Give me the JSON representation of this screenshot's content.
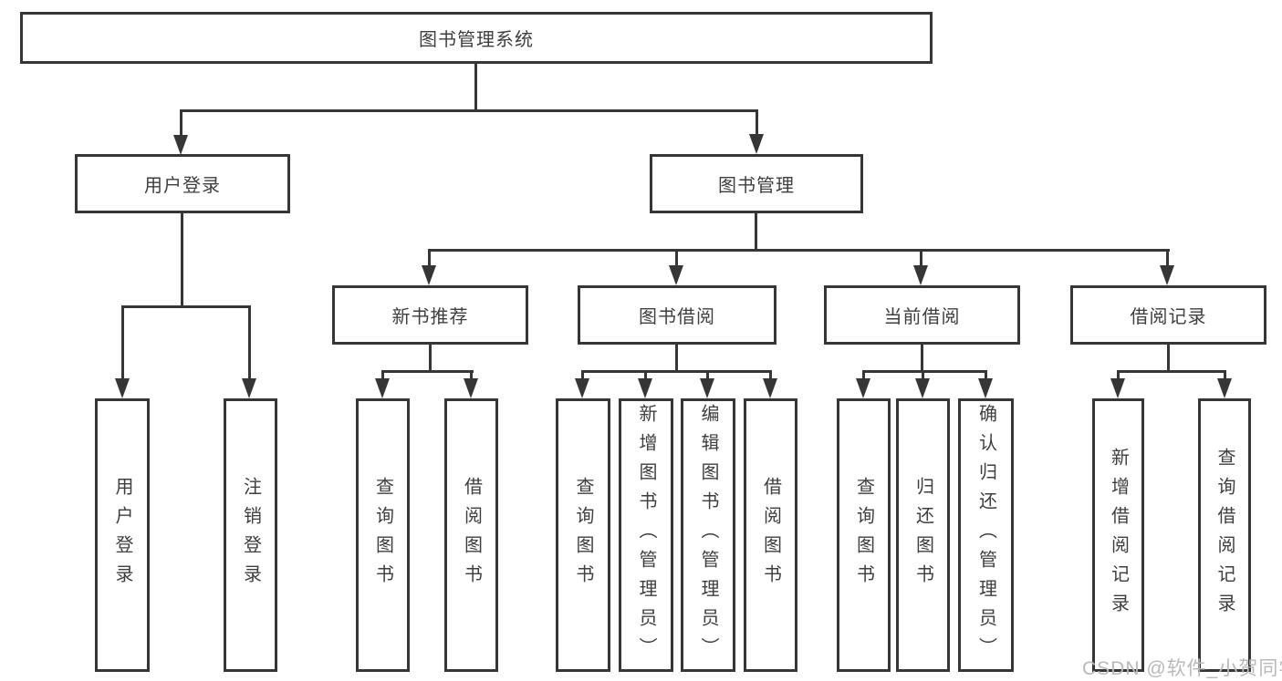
{
  "diagram_title": "图书管理系统",
  "watermark": "CSDN @软件_小贺同学",
  "colors": {
    "line": "#363636",
    "text": "#3e3e3e",
    "watermark": "#b9b9b9",
    "background": "#ffffff"
  },
  "tree": {
    "label": "图书管理系统",
    "children": [
      {
        "label": "用户登录",
        "children": [
          {
            "label": "用户登录"
          },
          {
            "label": "注销登录"
          }
        ]
      },
      {
        "label": "图书管理",
        "children": [
          {
            "label": "新书推荐",
            "children": [
              {
                "label": "查询图书"
              },
              {
                "label": "借阅图书"
              }
            ]
          },
          {
            "label": "图书借阅",
            "children": [
              {
                "label": "查询图书"
              },
              {
                "label": "新增图书（管理员）"
              },
              {
                "label": "编辑图书（管理员）"
              },
              {
                "label": "借阅图书"
              }
            ]
          },
          {
            "label": "当前借阅",
            "children": [
              {
                "label": "查询图书"
              },
              {
                "label": "归还图书"
              },
              {
                "label": "确认归还（管理员）"
              }
            ]
          },
          {
            "label": "借阅记录",
            "children": [
              {
                "label": "新增借阅记录"
              },
              {
                "label": "查询借阅记录"
              }
            ]
          }
        ]
      }
    ]
  }
}
